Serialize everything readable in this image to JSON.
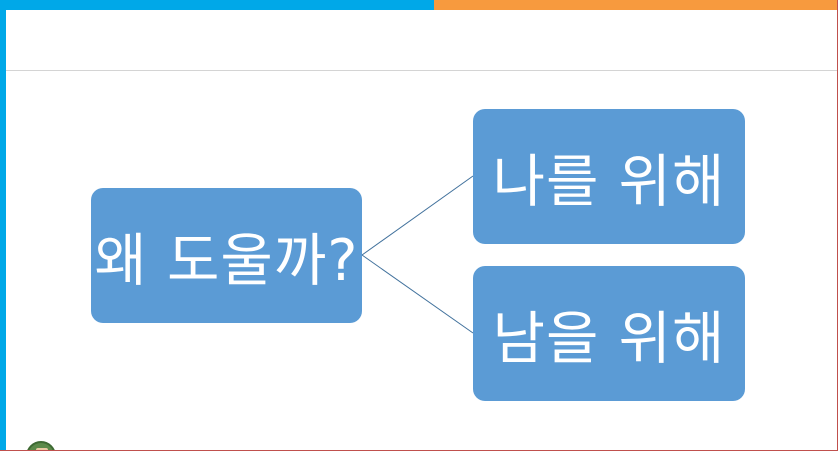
{
  "diagram": {
    "root": {
      "label": "왜 도울까?"
    },
    "branches": [
      {
        "label": "나를 위해"
      },
      {
        "label": "남을 위해"
      }
    ]
  },
  "theme": {
    "node_fill": "#5b9bd5",
    "node_text": "#ffffff",
    "connector": "#41719c",
    "accent_blue": "#00a8e8",
    "accent_orange": "#f79a3e"
  },
  "avatar": {
    "icon": "user-avatar-icon"
  }
}
